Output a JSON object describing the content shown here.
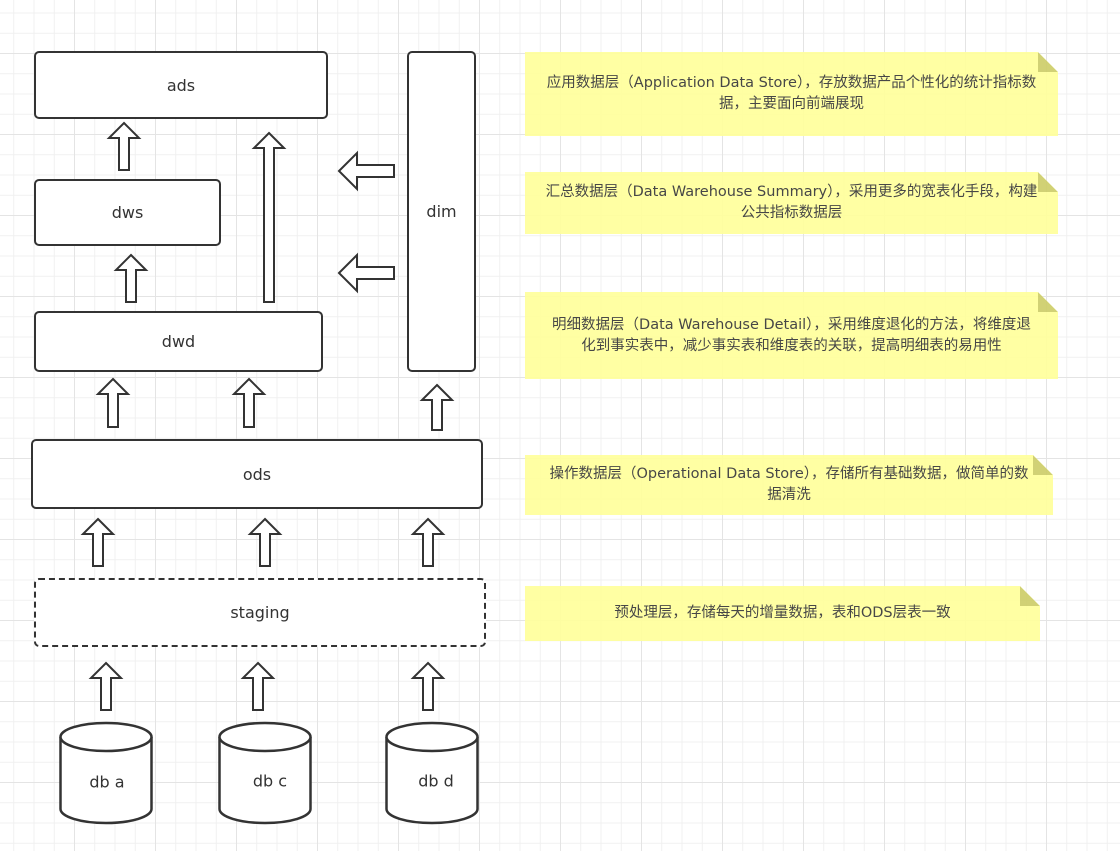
{
  "diagram": {
    "title": "",
    "layers": {
      "ads": "ads",
      "dws": "dws",
      "dwd": "dwd",
      "dim": "dim",
      "ods": "ods",
      "staging": "staging"
    },
    "sources": [
      "db a",
      "db c",
      "db d"
    ],
    "notes": [
      {
        "layer": "ads",
        "text": "应用数据层（Application Data Store），存放数据产品个性化的统计指标数据，主要面向前端展现"
      },
      {
        "layer": "dws",
        "text": "汇总数据层（Data Warehouse Summary），采用更多的宽表化手段，构建公共指标数据层"
      },
      {
        "layer": "dwd",
        "text": "明细数据层（Data Warehouse Detail），采用维度退化的方法，将维度退化到事实表中，减少事实表和维度表的关联，提高明细表的易用性"
      },
      {
        "layer": "ods",
        "text": "操作数据层（Operational Data Store），存储所有基础数据，做简单的数据清洗"
      },
      {
        "layer": "staging",
        "text": "预处理层，存储每天的增量数据，表和ODS层表一致"
      }
    ],
    "flows": [
      {
        "from": "db a",
        "to": "staging"
      },
      {
        "from": "db c",
        "to": "staging"
      },
      {
        "from": "db d",
        "to": "staging"
      },
      {
        "from": "staging",
        "to": "ods"
      },
      {
        "from": "ods",
        "to": "dwd"
      },
      {
        "from": "ods",
        "to": "dim"
      },
      {
        "from": "dwd",
        "to": "dws"
      },
      {
        "from": "dwd",
        "to": "ads"
      },
      {
        "from": "dws",
        "to": "ads"
      },
      {
        "from": "dim",
        "to": "dws"
      },
      {
        "from": "dim",
        "to": "dwd"
      }
    ],
    "colors": {
      "stroke": "#333333",
      "note_fill": "#ffff99",
      "note_fold": "#cccc66"
    }
  }
}
